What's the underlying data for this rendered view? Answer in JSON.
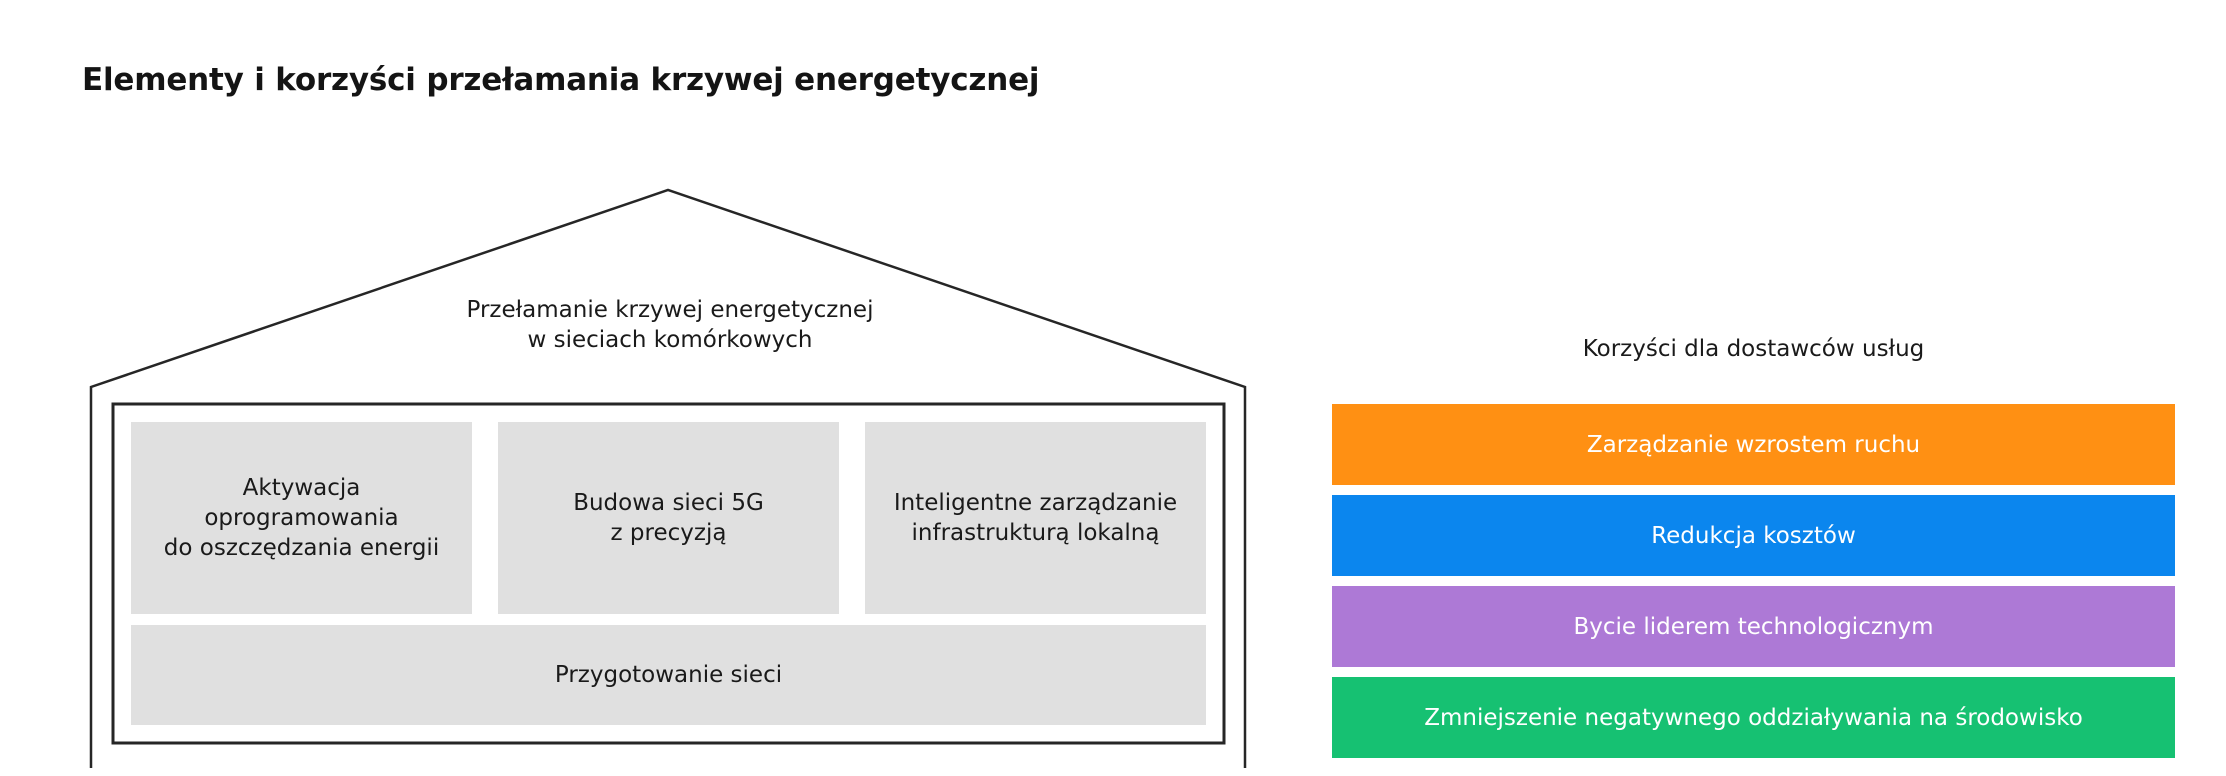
{
  "page": {
    "title": "Elementy i korzyści przełamania krzywej energetycznej"
  },
  "house": {
    "roof_label_line1": "Przełamanie krzywej energetycznej",
    "roof_label_line2": "w sieciach komórkowych",
    "pillars": [
      {
        "line1": "Aktywacja",
        "line2": "oprogramowania",
        "line3": "do oszczędzania energii"
      },
      {
        "line1": "Budowa sieci 5G",
        "line2": "z precyzją",
        "line3": ""
      },
      {
        "line1": "Inteligentne zarządzanie",
        "line2": "infrastrukturą lokalną",
        "line3": ""
      }
    ],
    "foundation": "Przygotowanie sieci",
    "outline_color": "#262626",
    "card_color": "#e0e0e0"
  },
  "benefits": {
    "title": "Korzyści dla dostawców usług",
    "items": [
      {
        "label": "Zarządzanie wzrostem ruchu",
        "color": "#FF9013"
      },
      {
        "label": "Redukcja kosztów",
        "color": "#0B86EE"
      },
      {
        "label": "Bycie liderem technologicznym",
        "color": "#AD79D6"
      },
      {
        "label": "Zmniejszenie negatywnego oddziaływania na środowisko",
        "color": "#16C172"
      }
    ]
  }
}
